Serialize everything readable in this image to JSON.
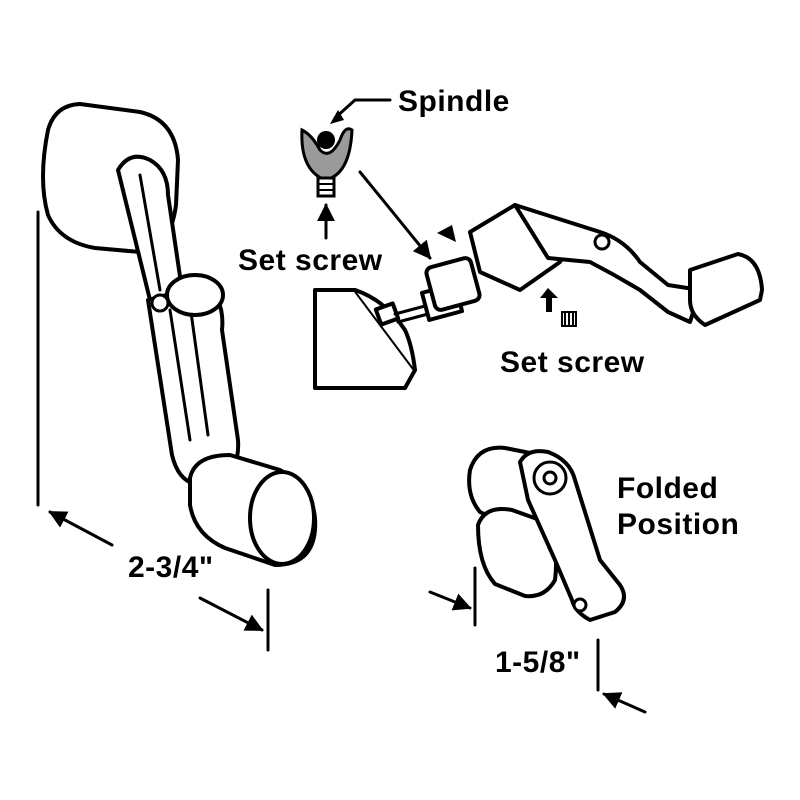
{
  "labels": {
    "spindle": "Spindle",
    "set_screw_left": "Set screw",
    "set_screw_right": "Set screw",
    "folded_line1": "Folded",
    "folded_line2": "Position",
    "dim_length": "2-3/4\"",
    "dim_folded": "1-5/8\""
  },
  "colors": {
    "ink": "#000000",
    "spindle_fill": "#9a9a9a",
    "background": "#ffffff"
  }
}
